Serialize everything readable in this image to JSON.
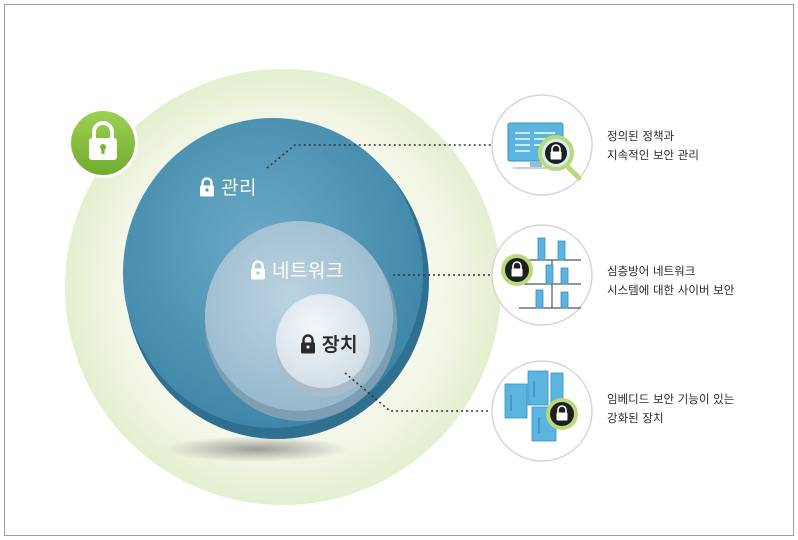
{
  "layers": {
    "outer_label": "관리",
    "middle_label": "네트워크",
    "inner_label": "장치"
  },
  "callouts": [
    {
      "line1": "정의된 정책과",
      "line2": "지속적인 보안 관리",
      "icon": "monitor-lock-magnifier-icon"
    },
    {
      "line1": "심층방어 네트워크",
      "line2": "시스템에 대한 사이버 보안",
      "icon": "network-servers-lock-icon"
    },
    {
      "line1": "임베디드 보안 기능이 있는",
      "line2": "강화된 장치",
      "icon": "hardened-devices-lock-icon"
    }
  ],
  "icons": {
    "badge": "padlock-badge-icon",
    "layer_lock": "padlock-icon"
  },
  "colors": {
    "outer_circle": "#4f93b3",
    "middle_circle": "#a8c6d8",
    "inner_circle": "#e7eef3",
    "accent_green": "#8dc63f",
    "light_blue": "#5bb5e0"
  }
}
